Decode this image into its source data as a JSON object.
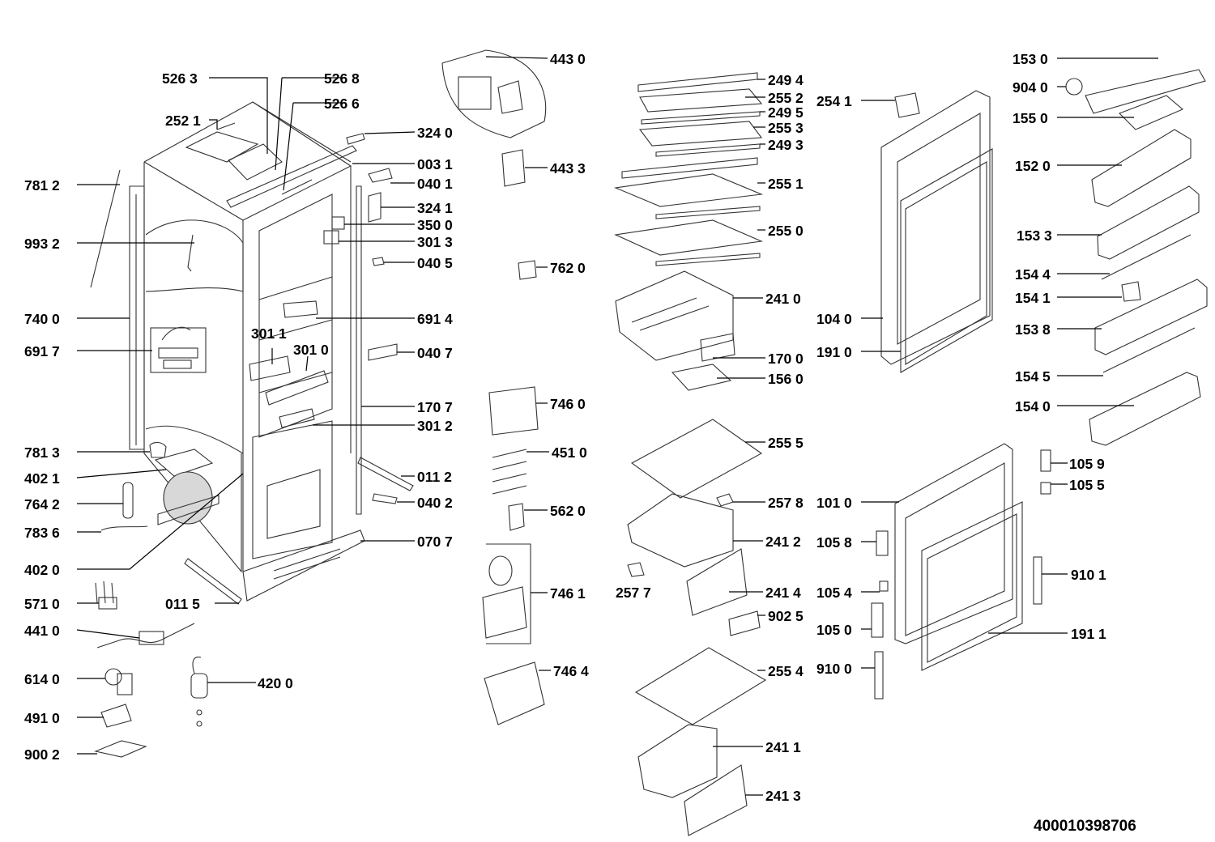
{
  "document_number": "400010398706",
  "labels": {
    "l5263": "526 3",
    "l5268": "526 8",
    "l5266": "526 6",
    "l2521": "252 1",
    "l3240": "324 0",
    "l0031": "003 1",
    "l0401": "040 1",
    "l3241": "324 1",
    "l3500": "350 0",
    "l3013": "301 3",
    "l0405": "040 5",
    "l7812": "781 2",
    "l9932": "993 2",
    "l7400": "740 0",
    "l6917": "691 7",
    "l6914": "691 4",
    "l3011": "301 1",
    "l3010": "301 0",
    "l0407": "040 7",
    "l1707": "170 7",
    "l3012": "301 2",
    "l7813": "781 3",
    "l4021": "402 1",
    "l0112": "011 2",
    "l7642": "764 2",
    "l0402": "040 2",
    "l7836": "783 6",
    "l0707": "070 7",
    "l4020": "402 0",
    "l5710": "571 0",
    "l0115": "011 5",
    "l4410": "441 0",
    "l6140": "614 0",
    "l4200": "420 0",
    "l4910": "491 0",
    "l9002": "900 2",
    "l4430": "443 0",
    "l4433": "443 3",
    "l7620": "762 0",
    "l7460": "746 0",
    "l4510": "451 0",
    "l5620": "562 0",
    "l7461": "746 1",
    "l7464": "746 4",
    "l2494": "249 4",
    "l2552": "255 2",
    "l2495": "249 5",
    "l2553": "255 3",
    "l2493": "249 3",
    "l2551": "255 1",
    "l2550": "255 0",
    "l2410": "241 0",
    "l1700": "170 0",
    "l1560": "156 0",
    "l2555": "255 5",
    "l2578": "257 8",
    "l2412": "241 2",
    "l2414": "241 4",
    "l2577": "257 7",
    "l9025": "902 5",
    "l2554": "255 4",
    "l2411": "241 1",
    "l2413": "241 3",
    "l2541": "254 1",
    "l1040": "104 0",
    "l1910": "191 0",
    "l1530": "153 0",
    "l9040": "904 0",
    "l1550": "155 0",
    "l1520": "152 0",
    "l1533": "153 3",
    "l1544": "154 4",
    "l1541": "154 1",
    "l1538": "153 8",
    "l1545": "154 5",
    "l1540": "154 0",
    "l1059": "105 9",
    "l1055": "105 5",
    "l1010": "101 0",
    "l1058": "105 8",
    "l1054": "105 4",
    "l1050": "105 0",
    "l9100": "910 0",
    "l9101": "910 1",
    "l1911": "191 1"
  }
}
